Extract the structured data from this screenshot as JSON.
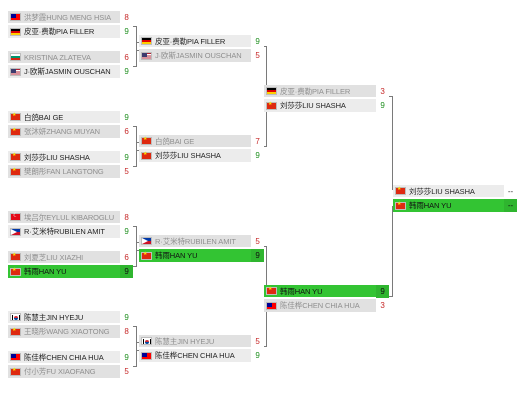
{
  "countries": {
    "CN": "china-flag-icon",
    "DE": "germany-flag-icon",
    "US": "usa-flag-icon",
    "BG": "bulgaria-flag-icon",
    "TW": "chinese-taipei-flag-icon",
    "TR": "turkey-flag-icon",
    "PH": "philippines-flag-icon",
    "KR": "south-korea-flag-icon"
  },
  "colors": {
    "winner_highlight": "#33c433",
    "score_win": "#1e8f1e",
    "score_loss": "#c62828"
  },
  "rounds": [
    {
      "matches": [
        {
          "players": [
            {
              "name": "洪梦霞HUNG MENG HSIA",
              "country": "TW",
              "score": "8",
              "result": "lose"
            },
            {
              "name": "皮亚·费勒PIA FILLER",
              "country": "DE",
              "score": "9",
              "result": "win"
            }
          ]
        },
        {
          "players": [
            {
              "name": "KRISTINA ZLATEVA",
              "country": "BG",
              "score": "6",
              "result": "lose"
            },
            {
              "name": "J·欧斯JASMIN OUSCHAN",
              "country": "US",
              "score": "9",
              "result": "win"
            }
          ]
        },
        {
          "players": [
            {
              "name": "白鸽BAI GE",
              "country": "CN",
              "score": "9",
              "result": "win"
            },
            {
              "name": "张沐妍ZHANG MUYAN",
              "country": "CN",
              "score": "6",
              "result": "lose"
            }
          ]
        },
        {
          "players": [
            {
              "name": "刘莎莎LIU SHASHA",
              "country": "CN",
              "score": "9",
              "result": "win"
            },
            {
              "name": "樊朗彤FAN LANGTONG",
              "country": "CN",
              "score": "5",
              "result": "lose"
            }
          ]
        },
        {
          "players": [
            {
              "name": "埃吕尔EYLUL KIBAROGLU",
              "country": "TR",
              "score": "8",
              "result": "lose"
            },
            {
              "name": "R·艾米特RUBILEN AMIT",
              "country": "PH",
              "score": "9",
              "result": "win"
            }
          ]
        },
        {
          "players": [
            {
              "name": "刘夏芝LIU XIAZHI",
              "country": "CN",
              "score": "6",
              "result": "lose"
            },
            {
              "name": "韩雨HAN YU",
              "country": "CN",
              "score": "9",
              "result": "hl"
            }
          ]
        },
        {
          "players": [
            {
              "name": "陈慧主JIN HYEJU",
              "country": "KR",
              "score": "9",
              "result": "win"
            },
            {
              "name": "王晓彤WANG XIAOTONG",
              "country": "CN",
              "score": "8",
              "result": "lose"
            }
          ]
        },
        {
          "players": [
            {
              "name": "陈佳桦CHEN CHIA HUA",
              "country": "TW",
              "score": "9",
              "result": "win"
            },
            {
              "name": "付小芳FU XIAOFANG",
              "country": "CN",
              "score": "5",
              "result": "lose"
            }
          ]
        }
      ]
    },
    {
      "matches": [
        {
          "players": [
            {
              "name": "皮亚·费勒PIA FILLER",
              "country": "DE",
              "score": "9",
              "result": "win"
            },
            {
              "name": "J·欧斯JASMIN OUSCHAN",
              "country": "US",
              "score": "5",
              "result": "lose"
            }
          ]
        },
        {
          "players": [
            {
              "name": "白鸽BAI GE",
              "country": "CN",
              "score": "7",
              "result": "lose"
            },
            {
              "name": "刘莎莎LIU SHASHA",
              "country": "CN",
              "score": "9",
              "result": "win"
            }
          ]
        },
        {
          "players": [
            {
              "name": "R·艾米特RUBILEN AMIT",
              "country": "PH",
              "score": "5",
              "result": "lose"
            },
            {
              "name": "韩雨HAN YU",
              "country": "CN",
              "score": "9",
              "result": "hl"
            }
          ]
        },
        {
          "players": [
            {
              "name": "陈慧主JIN HYEJU",
              "country": "KR",
              "score": "5",
              "result": "lose"
            },
            {
              "name": "陈佳桦CHEN CHIA HUA",
              "country": "TW",
              "score": "9",
              "result": "win"
            }
          ]
        }
      ]
    },
    {
      "matches": [
        {
          "players": [
            {
              "name": "皮亚·费勒PIA FILLER",
              "country": "DE",
              "score": "3",
              "result": "lose"
            },
            {
              "name": "刘莎莎LIU SHASHA",
              "country": "CN",
              "score": "9",
              "result": "win"
            }
          ]
        },
        {
          "players": [
            {
              "name": "韩雨HAN YU",
              "country": "CN",
              "score": "9",
              "result": "hl"
            },
            {
              "name": "陈佳桦CHEN CHIA HUA",
              "country": "TW",
              "score": "3",
              "result": "lose"
            }
          ]
        }
      ]
    },
    {
      "matches": [
        {
          "players": [
            {
              "name": "刘莎莎LIU SHASHA",
              "country": "CN",
              "score": "--",
              "result": "pending"
            },
            {
              "name": "韩雨HAN YU",
              "country": "CN",
              "score": "--",
              "result": "hl"
            }
          ]
        }
      ]
    }
  ]
}
